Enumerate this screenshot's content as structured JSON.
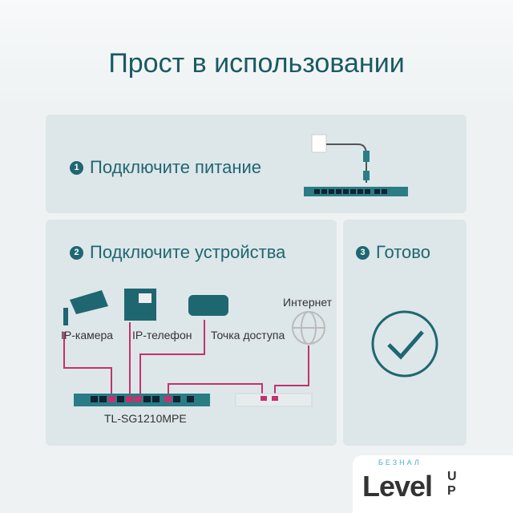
{
  "title": "Прост в использовании",
  "steps": [
    {
      "num": "1",
      "label": "Подключите питание"
    },
    {
      "num": "2",
      "label": "Подключите устройства"
    },
    {
      "num": "3",
      "label": "Готово"
    }
  ],
  "devices": {
    "camera": "IP-камера",
    "phone": "IP-телефон",
    "ap": "Точка доступа",
    "internet": "Интернет"
  },
  "switch_model": "TL-SG1210MPE",
  "logo": {
    "small": "БЕЗНАЛ",
    "main": "Level",
    "up": "UP"
  },
  "colors": {
    "teal": "#1f6770",
    "cable": "#c2326f",
    "panel": "#dde6e9"
  }
}
